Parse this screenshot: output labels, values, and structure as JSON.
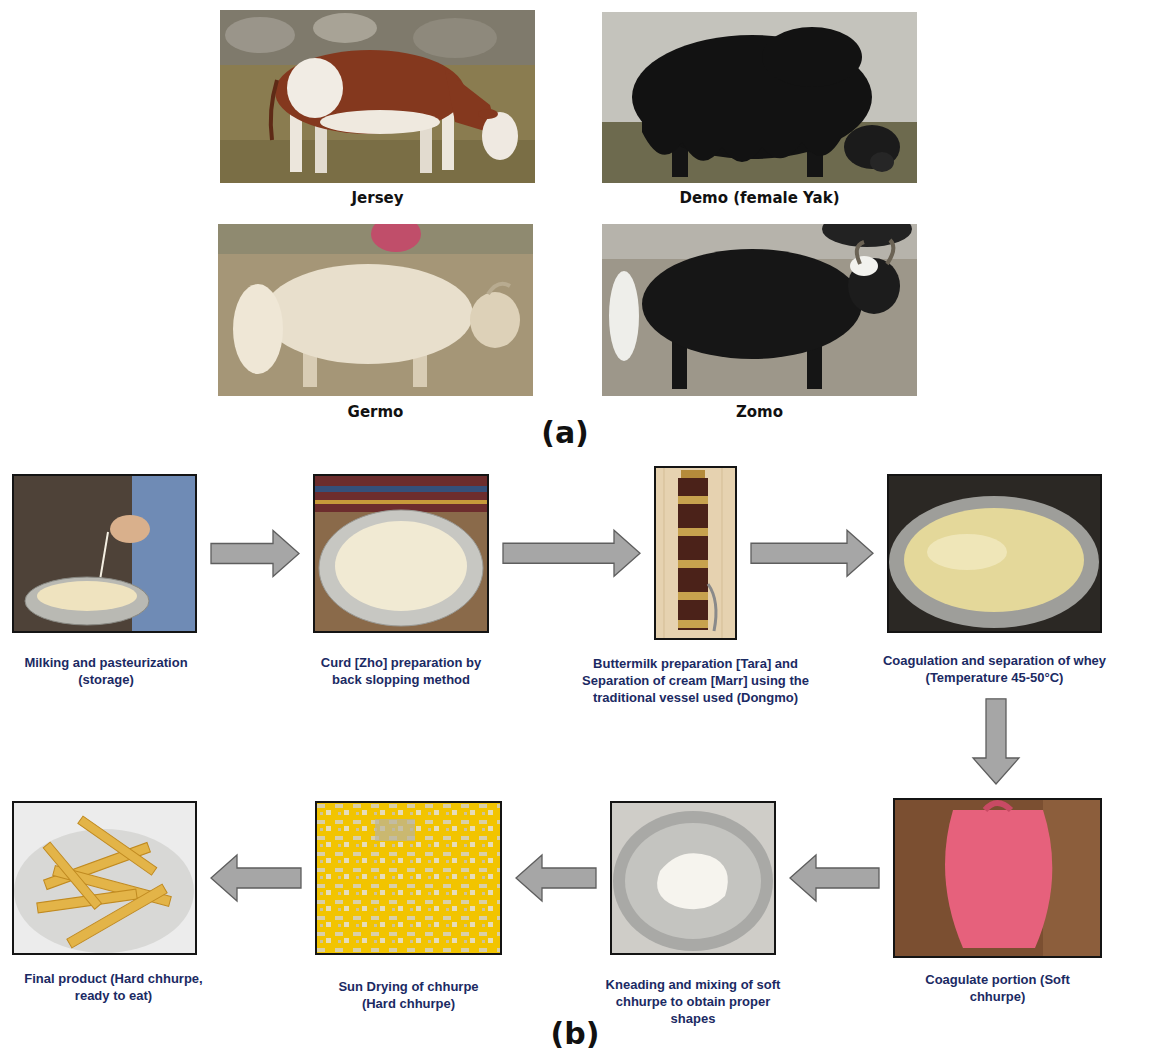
{
  "diagram": {
    "nodes": [
      {
        "text": [
          "Jersey"
        ]
      },
      {
        "text": [
          "Demo (female Yak)"
        ]
      },
      {
        "text": [
          "Germo"
        ]
      },
      {
        "text": [
          "Zomo"
        ]
      },
      {
        "text": [
          "Milking and pasteurization (storage)"
        ]
      },
      {
        "text": [
          "Curd [Zho] preparation by back slopping method"
        ]
      },
      {
        "text": [
          "Buttermilk preparation [Tara] and Separation of cream [Marr] using the traditional vessel used (Dongmo)"
        ]
      },
      {
        "text": [
          "Coagulation and separation of whey (Temperature 45-50°C)"
        ]
      },
      {
        "text": [
          "Coagulate portion (Soft chhurpe)"
        ]
      },
      {
        "text": [
          "Kneading and mixing of soft chhurpe to obtain proper shapes"
        ]
      },
      {
        "text": [
          "Sun Drying of chhurpe (Hard chhurpe)"
        ]
      },
      {
        "text": [
          "Final product (Hard chhurpe, ready to eat)"
        ]
      }
    ],
    "edges": [
      {
        "from": 4,
        "to": 5,
        "arrow": "to"
      },
      {
        "from": 5,
        "to": 6,
        "arrow": "to"
      },
      {
        "from": 6,
        "to": 7,
        "arrow": "to"
      },
      {
        "from": 7,
        "to": 8,
        "arrow": "to"
      },
      {
        "from": 8,
        "to": 9,
        "arrow": "to"
      },
      {
        "from": 9,
        "to": 10,
        "arrow": "to"
      },
      {
        "from": 10,
        "to": 11,
        "arrow": "to"
      }
    ],
    "labels": [
      "(a)",
      "(b)"
    ]
  }
}
